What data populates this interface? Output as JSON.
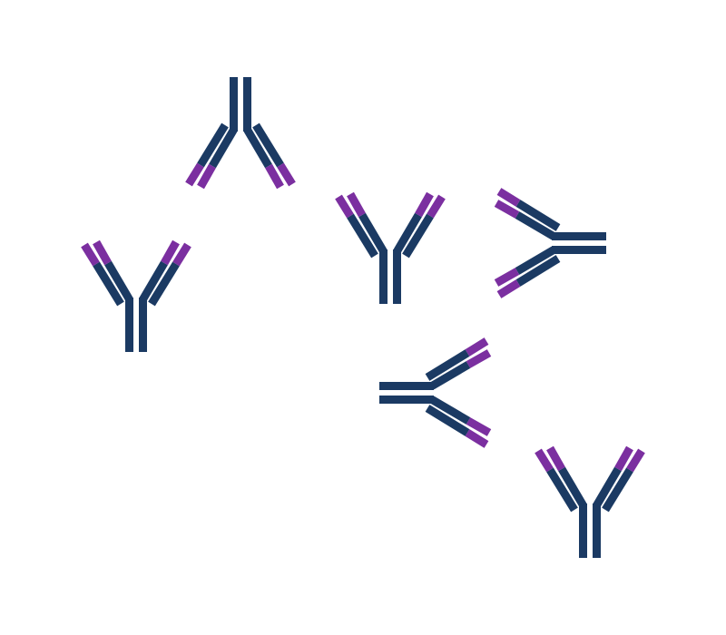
{
  "colors": {
    "heavy_chain": "#1b3a63",
    "light_chain_tip": "#7b2fa0",
    "background": "#ffffff"
  },
  "antibodies": [
    {
      "orientation": "up"
    },
    {
      "orientation": "down"
    },
    {
      "orientation": "up"
    },
    {
      "orientation": "left-arms"
    },
    {
      "orientation": "right-arms"
    },
    {
      "orientation": "up"
    }
  ]
}
